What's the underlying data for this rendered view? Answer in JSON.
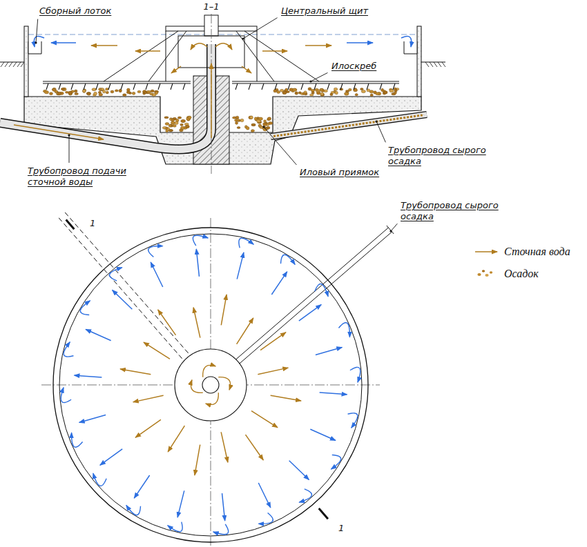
{
  "diagram": {
    "labels": [
      "1–1",
      "Сборный лоток",
      "Центральный щит",
      "Илоскреб",
      "Трубопровод подачи сточной воды",
      "Иловый приямок",
      "Трубопровод сырого осадка",
      "Трубопровод сырого осадка",
      "1",
      "1"
    ],
    "legend": [
      {
        "text": "Сточная вода"
      },
      {
        "text": "Осадок"
      }
    ]
  }
}
